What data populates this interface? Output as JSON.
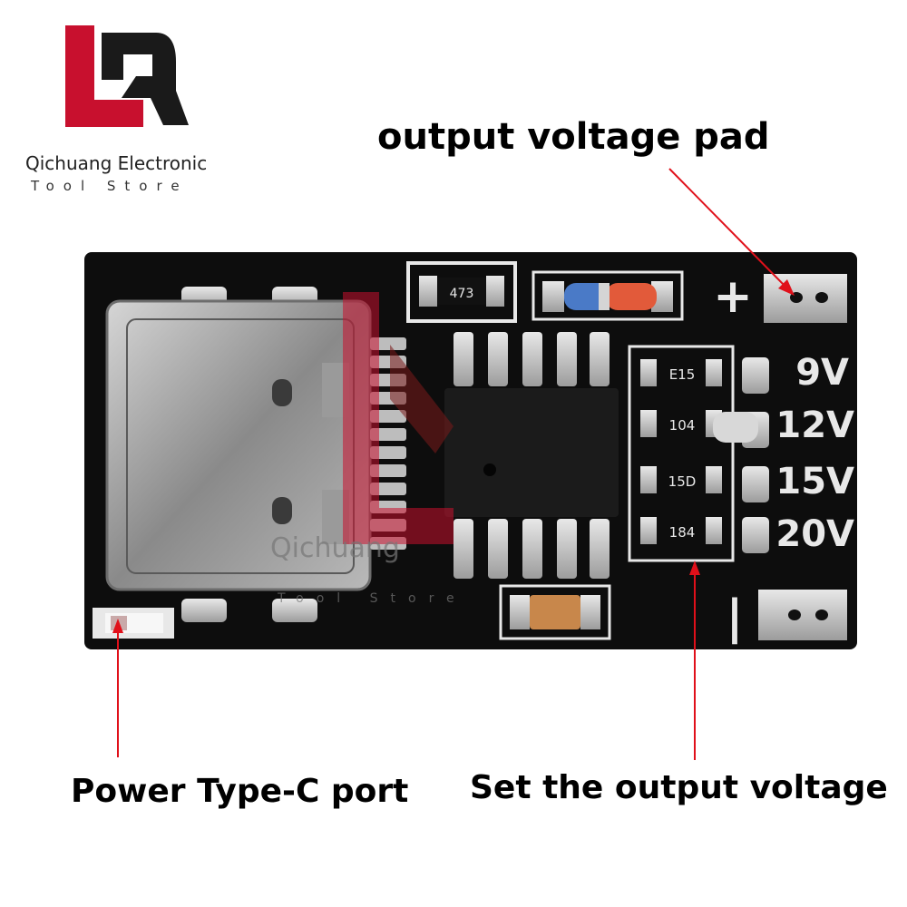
{
  "brand": {
    "logo_letters": "LQ",
    "name": "Qichuang Electronic",
    "subtitle": "Tool Store",
    "watermark_name": "Qichuang",
    "watermark_sub": "Tool Store"
  },
  "callouts": {
    "output_pad": "output voltage pad",
    "power_port": "Power Type-C port",
    "set_voltage": "Set the output voltage"
  },
  "board": {
    "plus_marking": "+",
    "minus_marking": "|",
    "voltage_labels": [
      "9V",
      "12V",
      "15V",
      "20V"
    ],
    "resistor_codes": {
      "top": "473",
      "e15": "E15",
      "c104": "104",
      "r15d": "15D",
      "r184": "184"
    }
  },
  "colors": {
    "pcb": "#0d0d0d",
    "silkscreen": "#e8e8e8",
    "pad": "#c9c9c9",
    "arrow": "#e0101a",
    "logo_red": "#c8102e",
    "logo_dark": "#1a1a1a"
  }
}
